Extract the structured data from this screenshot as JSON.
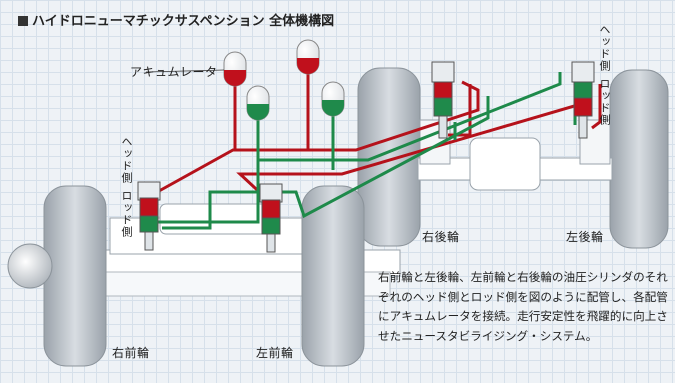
{
  "title": "ハイドロニューマチックサスペンション 全体機構図",
  "labels": {
    "accumulator": "アキュムレータ",
    "head_side": "ヘッド側",
    "rod_side": "ロッド側",
    "right_rear_wheel": "右後輪",
    "left_rear_wheel": "左後輪",
    "right_front_wheel": "右前輪",
    "left_front_wheel": "左前輪"
  },
  "description": "右前輪と左後輪、左前輪と右後輪の油圧シリンダのそれぞれのヘッド側とロッド側を図のように配管し、各配管にアキュムレータを接続。走行安定性を飛躍的に向上させたニュースタビライジング・システム。",
  "colors": {
    "head_line": "#b5121b",
    "rod_line": "#1e8a4a",
    "tire": "#c6ccd2",
    "frame": "#ffffff"
  }
}
